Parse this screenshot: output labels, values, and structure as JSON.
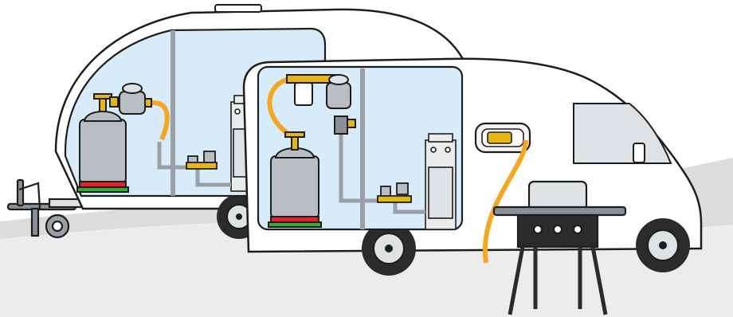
{
  "diagram": {
    "kind": "caravan-and-motorhome-gas-installation",
    "components": [
      "ground",
      "caravan",
      "caravan-gas-cylinder",
      "caravan-pressure-regulator",
      "caravan-shutoff-valves",
      "caravan-cooker",
      "caravan-drawbar",
      "motorhome",
      "motorhome-gas-cylinder",
      "motorhome-pressure-regulator",
      "motorhome-filter",
      "motorhome-shutoff-valves",
      "motorhome-cooker",
      "external-gas-socket",
      "gas-barbecue",
      "barbecue-hose"
    ],
    "colors": {
      "gas_hose": "#f5a623",
      "interior_glass": "#d7ecf8",
      "cylinder_body": "#b9bec4",
      "cylinder_base": "#e8202a",
      "cylinder_foot": "#3aaa35",
      "brass_valve": "#e5b710",
      "body_white": "#ffffff",
      "outline": "#1d1d1b",
      "ground": "#dcdcdc"
    }
  }
}
